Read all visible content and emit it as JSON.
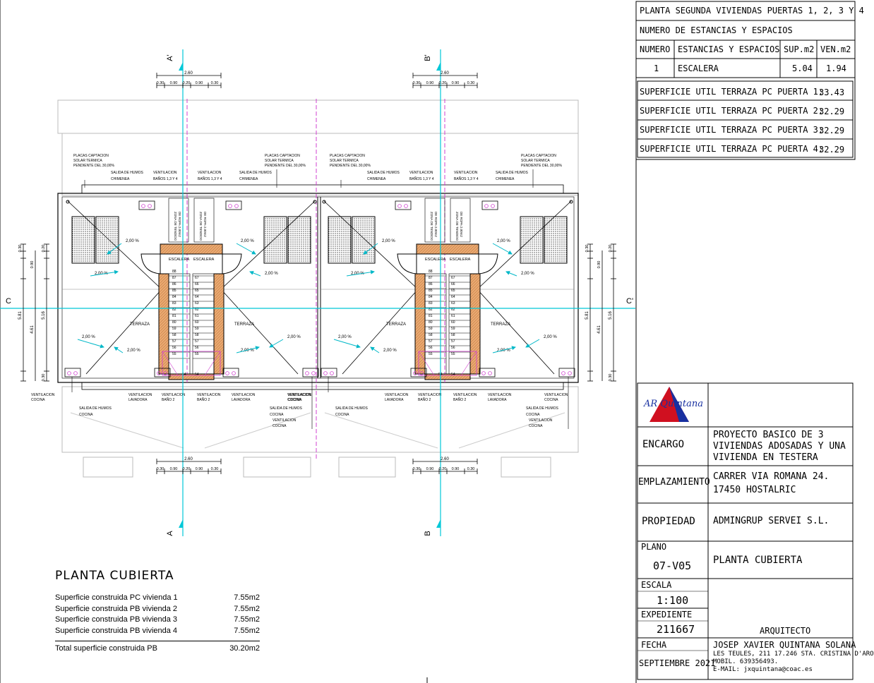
{
  "titleblock": {
    "header": "PLANTA SEGUNDA VIVIENDAS PUERTAS 1, 2, 3 Y 4",
    "subheader": "NUMERO DE ESTANCIAS Y ESPACIOS",
    "col_numero": "NUMERO",
    "col_estancias": "ESTANCIAS Y ESPACIOS",
    "col_sup": "SUP.m2",
    "col_ven": "VEN.m2",
    "rooms": [
      {
        "numero": "1",
        "name": "ESCALERA",
        "sup": "5.04",
        "ven": "1.94"
      }
    ],
    "terrazas": [
      {
        "label": "SUPERFICIE UTIL TERRAZA PC PUERTA 1:",
        "value": "33.43"
      },
      {
        "label": "SUPERFICIE UTIL TERRAZA PC PUERTA 2:",
        "value": "32.29"
      },
      {
        "label": "SUPERFICIE UTIL TERRAZA PC PUERTA 3:",
        "value": "32.29"
      },
      {
        "label": "SUPERFICIE UTIL TERRAZA PC PUERTA 4:",
        "value": "32.29"
      }
    ],
    "logo_text": "AR Quintana",
    "encargo_label": "ENCARGO",
    "encargo_lines": [
      "PROYECTO BASICO DE 3",
      "VIVIENDAS ADOSADAS Y UNA",
      "VIVIENDA EN TESTERA"
    ],
    "emplazamiento_label": "EMPLAZAMIENTO",
    "emplazamiento_lines": [
      "CARRER VIA ROMANA 24.",
      "17450 HOSTALRIC"
    ],
    "propiedad_label": "PROPIEDAD",
    "propiedad_value": "ADMINGRUP SERVEI S.L.",
    "plano_label": "PLANO",
    "plano_value": "07-V05",
    "plano_title": "PLANTA CUBIERTA",
    "escala_label": "ESCALA",
    "escala_value": "1:100",
    "expediente_label": "EXPEDIENTE",
    "expediente_value": "211667",
    "fecha_label": "FECHA",
    "fecha_value": "SEPTIEMBRE 2021",
    "arquitecto_label": "ARQUITECTO",
    "arquitecto_name": "JOSEP XAVIER QUINTANA SOLANA",
    "arquitecto_lines": [
      "LES TEULES, 211 17.246 STA. CRISTINA D'ARO",
      "MOBIL. 639356493.",
      "E-MAIL: jxquintana@coac.es"
    ]
  },
  "summary": {
    "title": "PLANTA CUBIERTA",
    "rows": [
      {
        "label": "Superficie construida PC vivienda 1",
        "value": "7.55m2"
      },
      {
        "label": "Superficie construida PB vivienda 2",
        "value": "7.55m2"
      },
      {
        "label": "Superficie construida PB vivienda 3",
        "value": "7.55m2"
      },
      {
        "label": "Superficie construida PB vivienda 4",
        "value": "7.55m2"
      }
    ],
    "total_label": "Total superficie construida PB",
    "total_value": "30.20m2"
  },
  "plan": {
    "section_a_top": "A'",
    "section_a_bottom": "A",
    "section_b_top": "B'",
    "section_b_bottom": "B",
    "section_c_left": "C",
    "section_c_right": "C'",
    "dim_total": "2.60",
    "dim_chain": [
      "0.30",
      "0.90",
      "0.20",
      "0.90",
      "0.30"
    ],
    "dim_side_outer": "5.81",
    "dim_side_mid": "4.61",
    "dim_side_inner": "5.16",
    "dim_side_small_a": "0.30",
    "dim_side_small_b": "0.90",
    "dim_side_small_c": "0.20",
    "label_terraza": "TERRAZA",
    "label_escalera": "ESCALERA",
    "slope": "2,00 %",
    "placas": [
      "PLACAS CAPTACION",
      "SOLAR TERMICA",
      "PENDIENTE DEL 30,00%"
    ],
    "salida_humos_chimenea": [
      "SALIDA DE HUMOS",
      "CHIMENEA"
    ],
    "ventilacion_banos": [
      "VENTILACION",
      "BAÑOS 1,3 Y 4"
    ],
    "ventilacion_cocina": [
      "VENTILACION",
      "COCINA"
    ],
    "ventilacion_lavadora": [
      "VENTILACION",
      "LAVADORA"
    ],
    "ventilacion_bano2": [
      "VENTILACION",
      "BAÑO 2"
    ],
    "salida_humos_cocina": [
      "SALIDA DE HUMOS",
      "COCINA"
    ],
    "zona_tendido": [
      "ZONA DE TENDIDO",
      "DE ROPA 2.00m2"
    ],
    "stairs_left": [
      "88",
      "87",
      "86",
      "85",
      "84",
      "83",
      "82",
      "81",
      "80",
      "59",
      "58",
      "57",
      "56",
      "55"
    ],
    "stairs_right": [
      "67",
      "66",
      "65",
      "64",
      "63",
      "62",
      "61",
      "60",
      "59",
      "58",
      "57",
      "56",
      "55"
    ],
    "stair_bottom": [
      "54",
      "54"
    ]
  },
  "colors": {
    "axis": "#00c8d8",
    "slope_arrow": "#00b8c8",
    "magenta": "#d040d0",
    "stair_fill": "#e8a870",
    "logo_red": "#d01020",
    "logo_blue": "#1830a0"
  }
}
